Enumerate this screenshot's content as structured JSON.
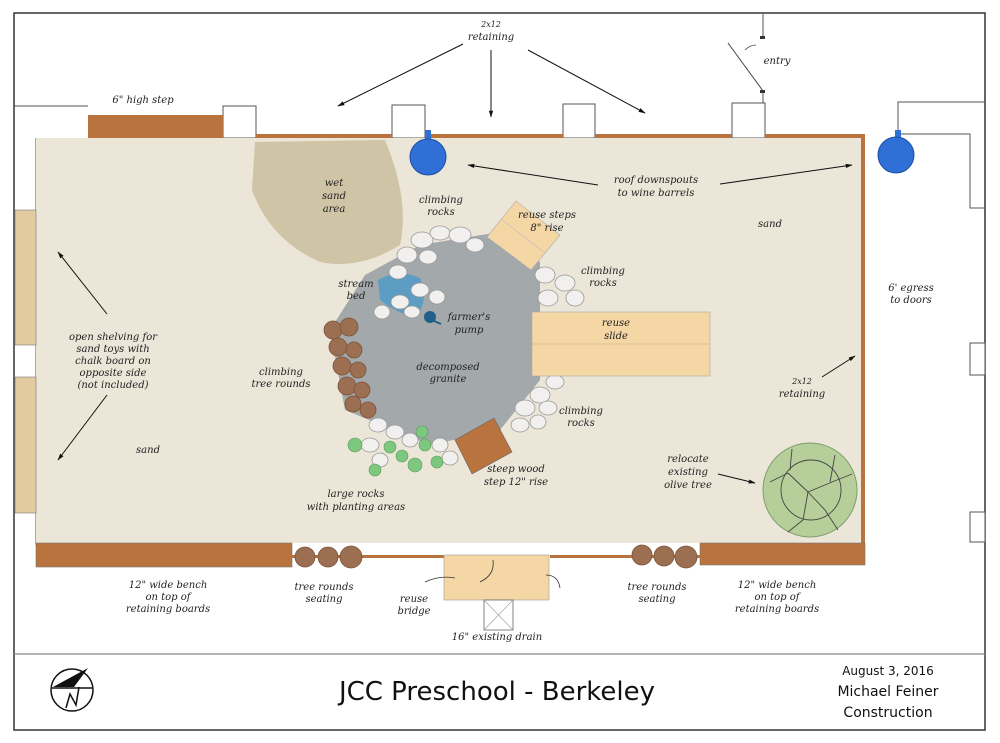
{
  "title_block": {
    "project_title": "JCC Preschool - Berkeley",
    "date": "August 3, 2016",
    "company_line1": "Michael Feiner",
    "company_line2": "Construction",
    "north_symbol": "north-arrow-icon"
  },
  "colors": {
    "sand": "#ece6d8",
    "wet_sand": "#cbbd9d",
    "granite": "#a3a8ab",
    "wood": "#b8733e",
    "light_wood": "#f5d7a6",
    "barrel_blue": "#2f6fd6",
    "stream_blue": "#4b98c9",
    "tree_round": "#9c6f52",
    "planting_green": "#7dc77f",
    "olive_green": "#b6cf9a",
    "shelving": "#e2cc9f"
  },
  "labels": {
    "retaining_top_1": "2x12",
    "retaining_top_2": "retaining",
    "high_step": "6\" high step",
    "entry": "entry",
    "wet_sand_1": "wet",
    "wet_sand_2": "sand",
    "wet_sand_3": "area",
    "climbing_rocks_top_1": "climbing",
    "climbing_rocks_top_2": "rocks",
    "downspouts_1": "roof downspouts",
    "downspouts_2": "to wine barrels",
    "reuse_steps_1": "reuse steps",
    "reuse_steps_2": "8\" rise",
    "sand_right": "sand",
    "egress_1": "6' egress",
    "egress_2": "to doors",
    "climbing_rocks_right_1": "climbing",
    "climbing_rocks_right_2": "rocks",
    "stream_bed_1": "stream",
    "stream_bed_2": "bed",
    "farmers_pump_1": "farmer's",
    "farmers_pump_2": "pump",
    "reuse_slide_1": "reuse",
    "reuse_slide_2": "slide",
    "shelving_1": "open shelving for",
    "shelving_2": "sand toys with",
    "shelving_3": "chalk board on",
    "shelving_4": "opposite side",
    "shelving_5": "(not included)",
    "climbing_tree_rounds_1": "climbing",
    "climbing_tree_rounds_2": "tree rounds",
    "decomposed_granite_1": "decomposed",
    "decomposed_granite_2": "granite",
    "retaining_right_1": "2x12",
    "retaining_right_2": "retaining",
    "climbing_rocks_lower_1": "climbing",
    "climbing_rocks_lower_2": "rocks",
    "sand_left": "sand",
    "steep_step_1": "steep wood",
    "steep_step_2": "step 12\" rise",
    "olive_1": "relocate",
    "olive_2": "existing",
    "olive_3": "olive tree",
    "large_rocks_1": "large rocks",
    "large_rocks_2": "with planting areas",
    "bench_left_1": "12\" wide bench",
    "bench_left_2": "on top of",
    "bench_left_3": "retaining boards",
    "tree_rounds_left_1": "tree rounds",
    "tree_rounds_left_2": "seating",
    "bridge_1": "reuse",
    "bridge_2": "bridge",
    "drain": "16\" existing drain",
    "tree_rounds_right_1": "tree rounds",
    "tree_rounds_right_2": "seating",
    "bench_right_1": "12\" wide bench",
    "bench_right_2": "on top of",
    "bench_right_3": "retaining boards"
  }
}
